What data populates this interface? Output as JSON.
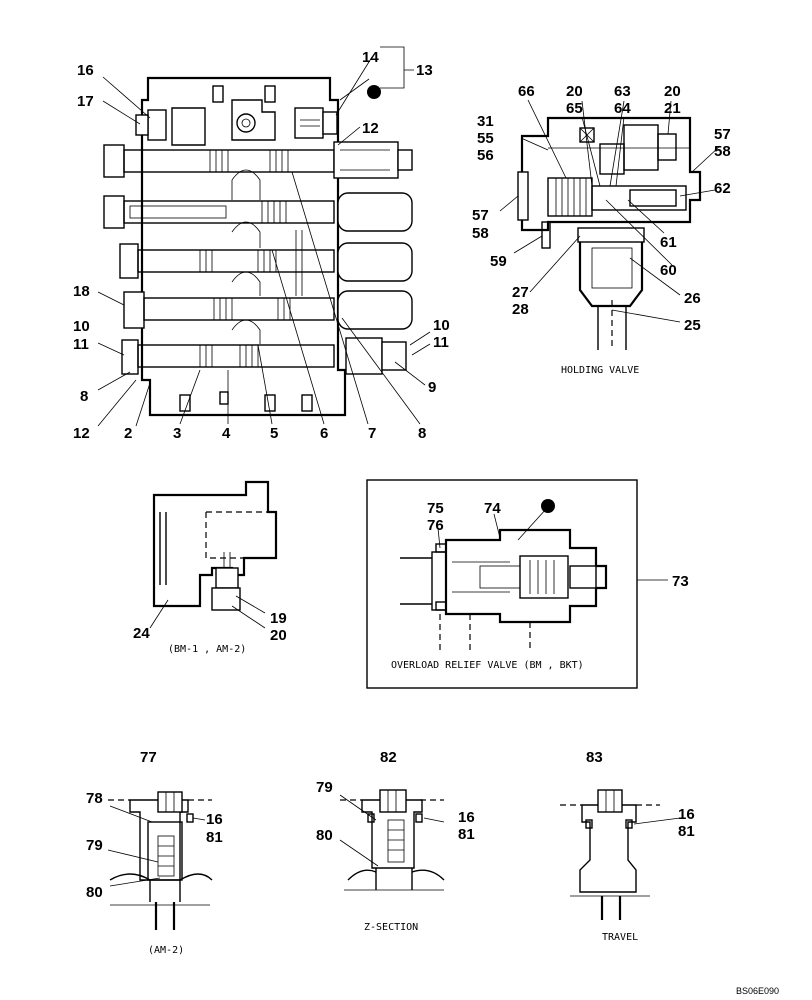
{
  "callouts": {
    "main": {
      "n16": "16",
      "n17": "17",
      "n14": "14",
      "n13": "13",
      "n12a": "12",
      "n18": "18",
      "n10a": "10",
      "n11a": "11",
      "n8a": "8",
      "n12b": "12",
      "n2": "2",
      "n3": "3",
      "n4": "4",
      "n5": "5",
      "n6": "6",
      "n7": "7",
      "n8b": "8",
      "n9": "9",
      "n10b": "10",
      "n11b": "11"
    },
    "holding": {
      "n66": "66",
      "n20a": "20",
      "n65": "65",
      "n63": "63",
      "n64": "64",
      "n20b": "20",
      "n21": "21",
      "n31": "31",
      "n55": "55",
      "n56": "56",
      "n57a": "57",
      "n58a": "58",
      "n62": "62",
      "n57b": "57",
      "n58b": "58",
      "n59": "59",
      "n61": "61",
      "n60": "60",
      "n27": "27",
      "n28": "28",
      "n26": "26",
      "n25": "25"
    },
    "solenoid": {
      "n24": "24",
      "n19": "19",
      "n20": "20"
    },
    "overload": {
      "n75": "75",
      "n76": "76",
      "n74": "74",
      "n73": "73"
    },
    "plugs": {
      "n77": "77",
      "n78": "78",
      "n16a": "16",
      "n81a": "81",
      "n79a": "79",
      "n80a": "80",
      "n82": "82",
      "n79b": "79",
      "n16b": "16",
      "n81b": "81",
      "n80b": "80",
      "n83": "83",
      "n16c": "16",
      "n81c": "81"
    }
  },
  "captions": {
    "holding_valve": "HOLDING  VALVE",
    "solenoid": "(BM-1 , AM-2)",
    "overload": "OVERLOAD  RELIEF  VALVE (BM , BKT)",
    "am2": "(AM-2)",
    "z_section": "Z-SECTION",
    "travel": "TRAVEL"
  },
  "drawing_code": "BS06E090",
  "colors": {
    "ink": "#000000",
    "paper": "#ffffff"
  },
  "symbols": {
    "marker_dot": "filled-circle"
  }
}
